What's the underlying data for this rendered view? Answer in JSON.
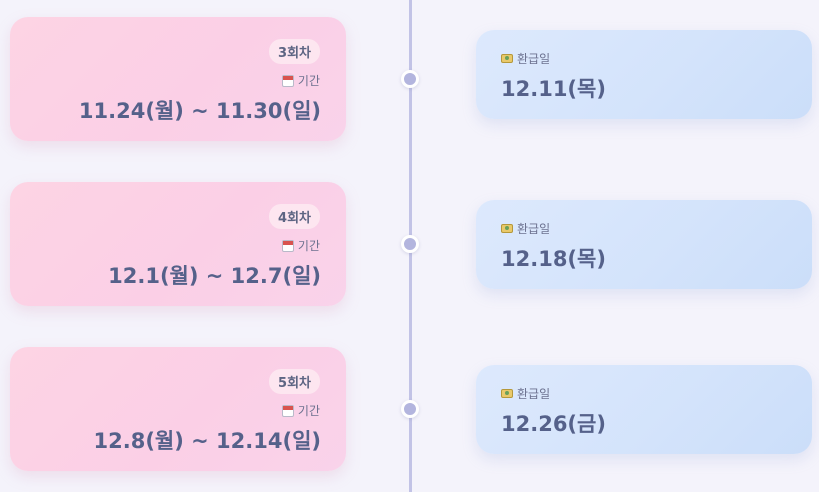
{
  "rounds": [
    {
      "badge": "3회차",
      "period_label": "기간",
      "period": "11.24(월) ~ 11.30(일)",
      "refund_label": "환급일",
      "refund_date": "12.11(목)"
    },
    {
      "badge": "4회차",
      "period_label": "기간",
      "period": "12.1(월) ~ 12.7(일)",
      "refund_label": "환급일",
      "refund_date": "12.18(목)"
    },
    {
      "badge": "5회차",
      "period_label": "기간",
      "period": "12.8(월) ~ 12.14(일)",
      "refund_label": "환급일",
      "refund_date": "12.26(금)"
    }
  ],
  "icons": {
    "period": "calendar-icon",
    "refund": "money-icon"
  },
  "colors": {
    "period_card": "#fbcfe6",
    "refund_card": "#d3e3fb",
    "text": "#55618a",
    "timeline": "#c2c3e6"
  }
}
